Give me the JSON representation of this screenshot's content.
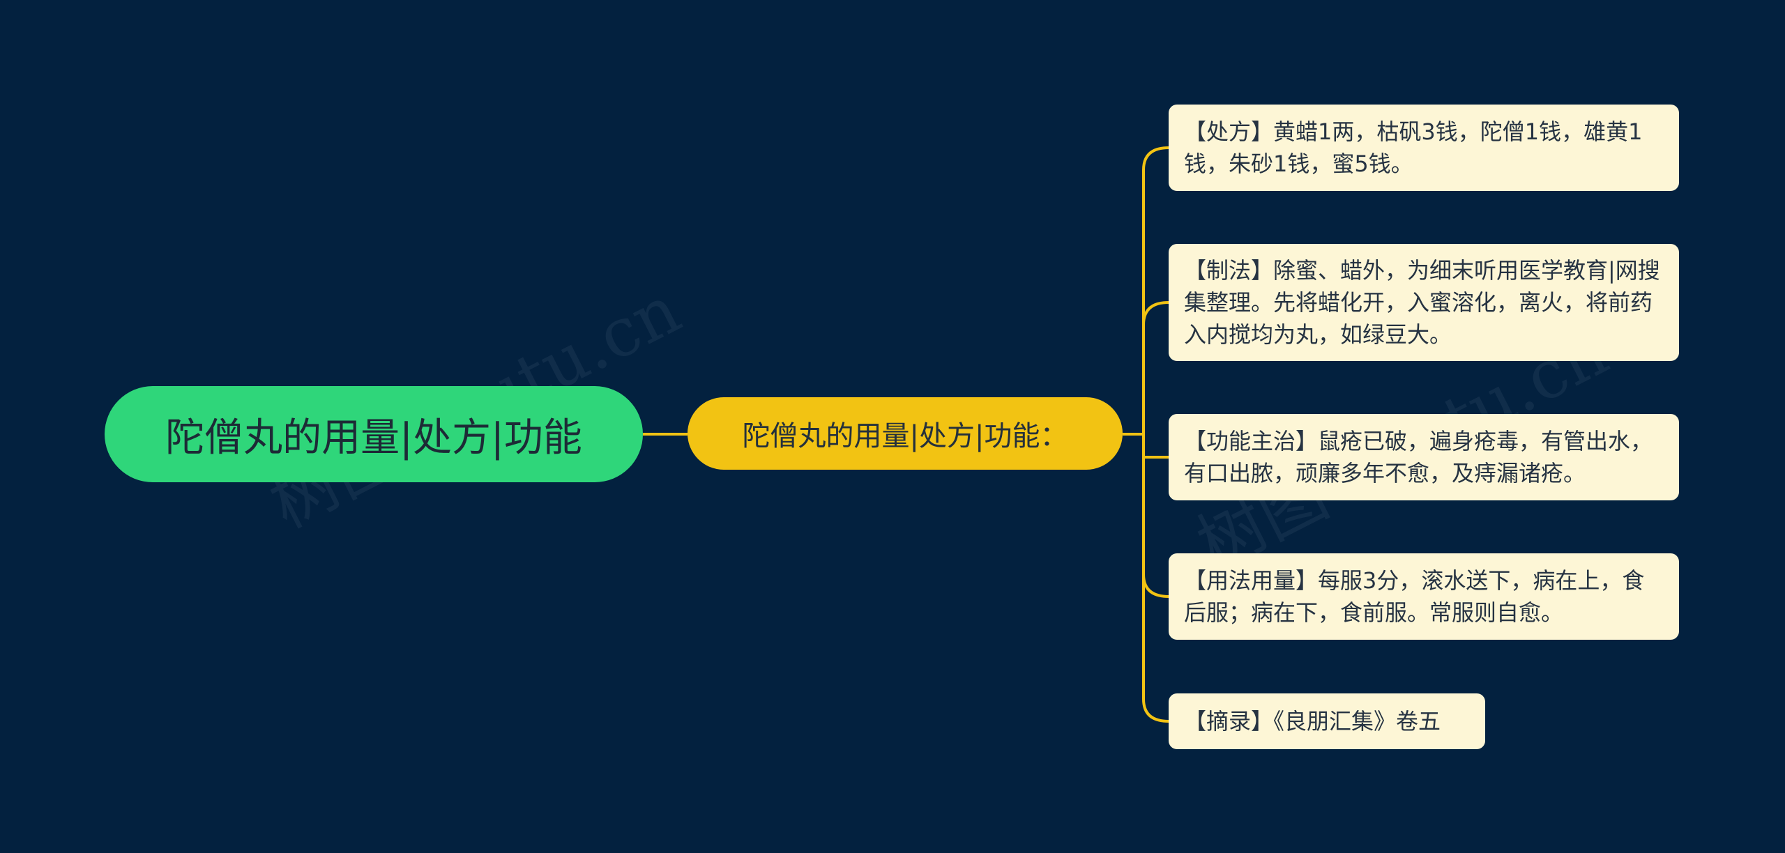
{
  "root": {
    "label": "陀僧丸的用量|处方|功能"
  },
  "mid": {
    "label": "陀僧丸的用量|处方|功能："
  },
  "leaves": [
    {
      "text": "【处方】黄蜡1两，枯矾3钱，陀僧1钱，雄黄1钱，朱砂1钱，蜜5钱。"
    },
    {
      "text": "【制法】除蜜、蜡外，为细末听用医学教育|网搜集整理。先将蜡化开，入蜜溶化，离火，将前药入内搅均为丸，如绿豆大。"
    },
    {
      "text": "【功能主治】鼠疮已破，遍身疮毒，有管出水，有口出脓，顽廉多年不愈，及痔漏诸疮。"
    },
    {
      "text": "【用法用量】每服3分，滚水送下，病在上，食后服；病在下，食前服。常服则自愈。"
    },
    {
      "text": "【摘录】《良朋汇集》卷五"
    }
  ],
  "watermarks": [
    "树图 shutu.cn",
    "树图 shutu.cn"
  ],
  "colors": {
    "background": "#03213f",
    "root": "#2fd67a",
    "mid": "#f2c313",
    "leaf": "#fdf6d6",
    "connector": "#f2c313"
  }
}
